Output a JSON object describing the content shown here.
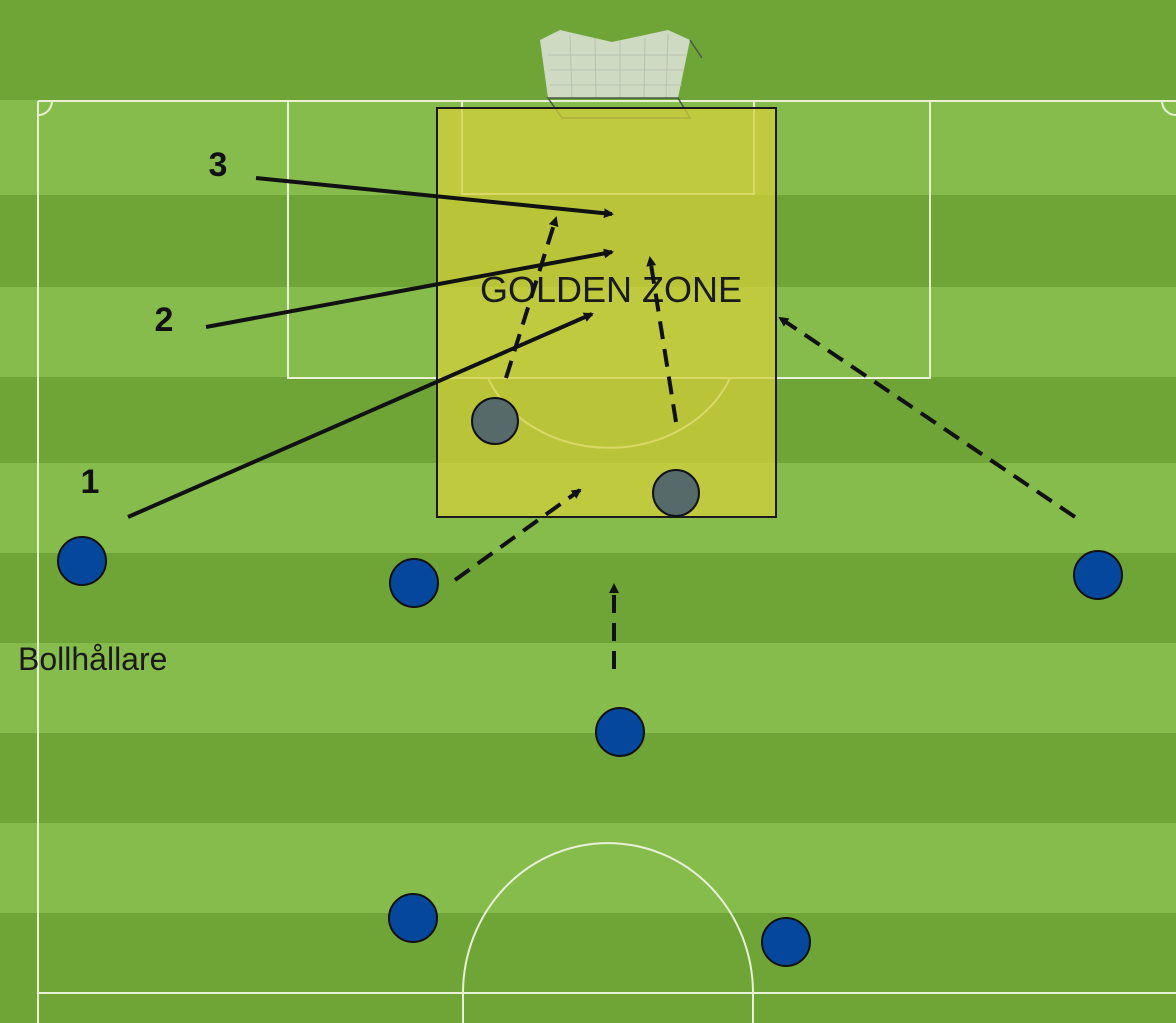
{
  "zone": {
    "label": "GOLDEN ZONE",
    "fill": "#d6d03a",
    "opacity": 0.72,
    "border": "#1a1a1a"
  },
  "pass_numbers": [
    "1",
    "2",
    "3"
  ],
  "ball_holder_label": "Bollhållare",
  "colors": {
    "grass_dark": "#6fa437",
    "grass_light": "#86bc4c",
    "lines": "#e8f1d6",
    "player_fill": "#06479e",
    "player_stroke": "#111111",
    "opponent_fill": "#566a6a",
    "arrow": "#111111"
  }
}
